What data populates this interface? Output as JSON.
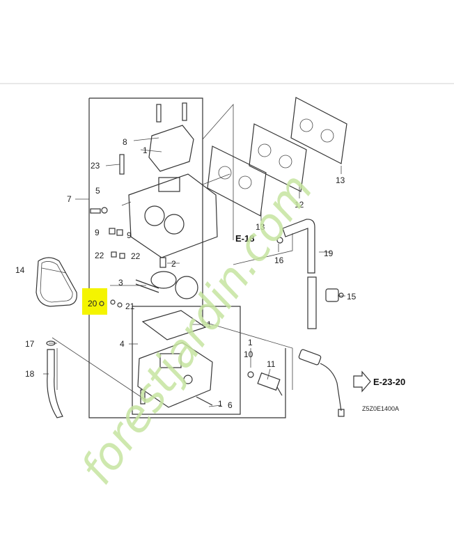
{
  "diagram": {
    "code": "Z5Z0E1400A",
    "refs": {
      "e18": "E-18",
      "e23": "E-23-20"
    },
    "callouts": {
      "n1a": "1",
      "n1b": "1",
      "n1c": "1",
      "n1d": "1",
      "n2": "2",
      "n3": "3",
      "n4": "4",
      "n5": "5",
      "n6": "6",
      "n7": "7",
      "n8": "8",
      "n9a": "9",
      "n9b": "9",
      "n10": "10",
      "n11": "11",
      "n12": "12",
      "n13a": "13",
      "n13b": "13",
      "n14": "14",
      "n15": "15",
      "n16": "16",
      "n17": "17",
      "n18": "18",
      "n19": "19",
      "n20": "20",
      "n21": "21",
      "n22a": "22",
      "n22b": "22",
      "n23": "23"
    },
    "highlight": {
      "part": "20",
      "color": "#f4f400"
    }
  },
  "watermark": {
    "brand": "forestjardin.com",
    "color": "#c6e4a0",
    "color_alt": "#d8c8b8"
  }
}
